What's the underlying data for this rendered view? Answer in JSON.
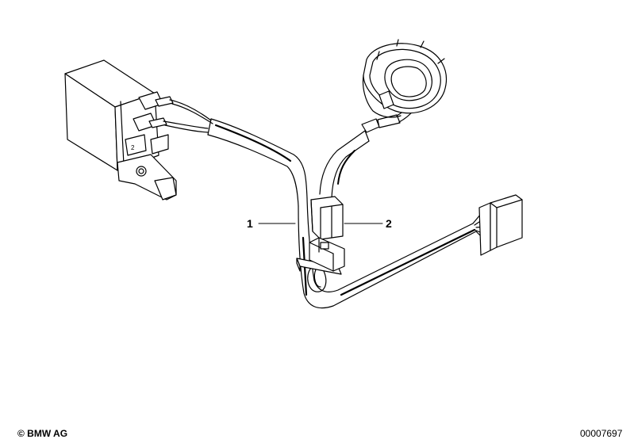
{
  "callouts": {
    "part_1": "1",
    "part_2": "2"
  },
  "footer": {
    "copyright": "© BMW AG",
    "document_number": "00007697"
  },
  "colors": {
    "line": "#000000",
    "background": "#ffffff"
  }
}
